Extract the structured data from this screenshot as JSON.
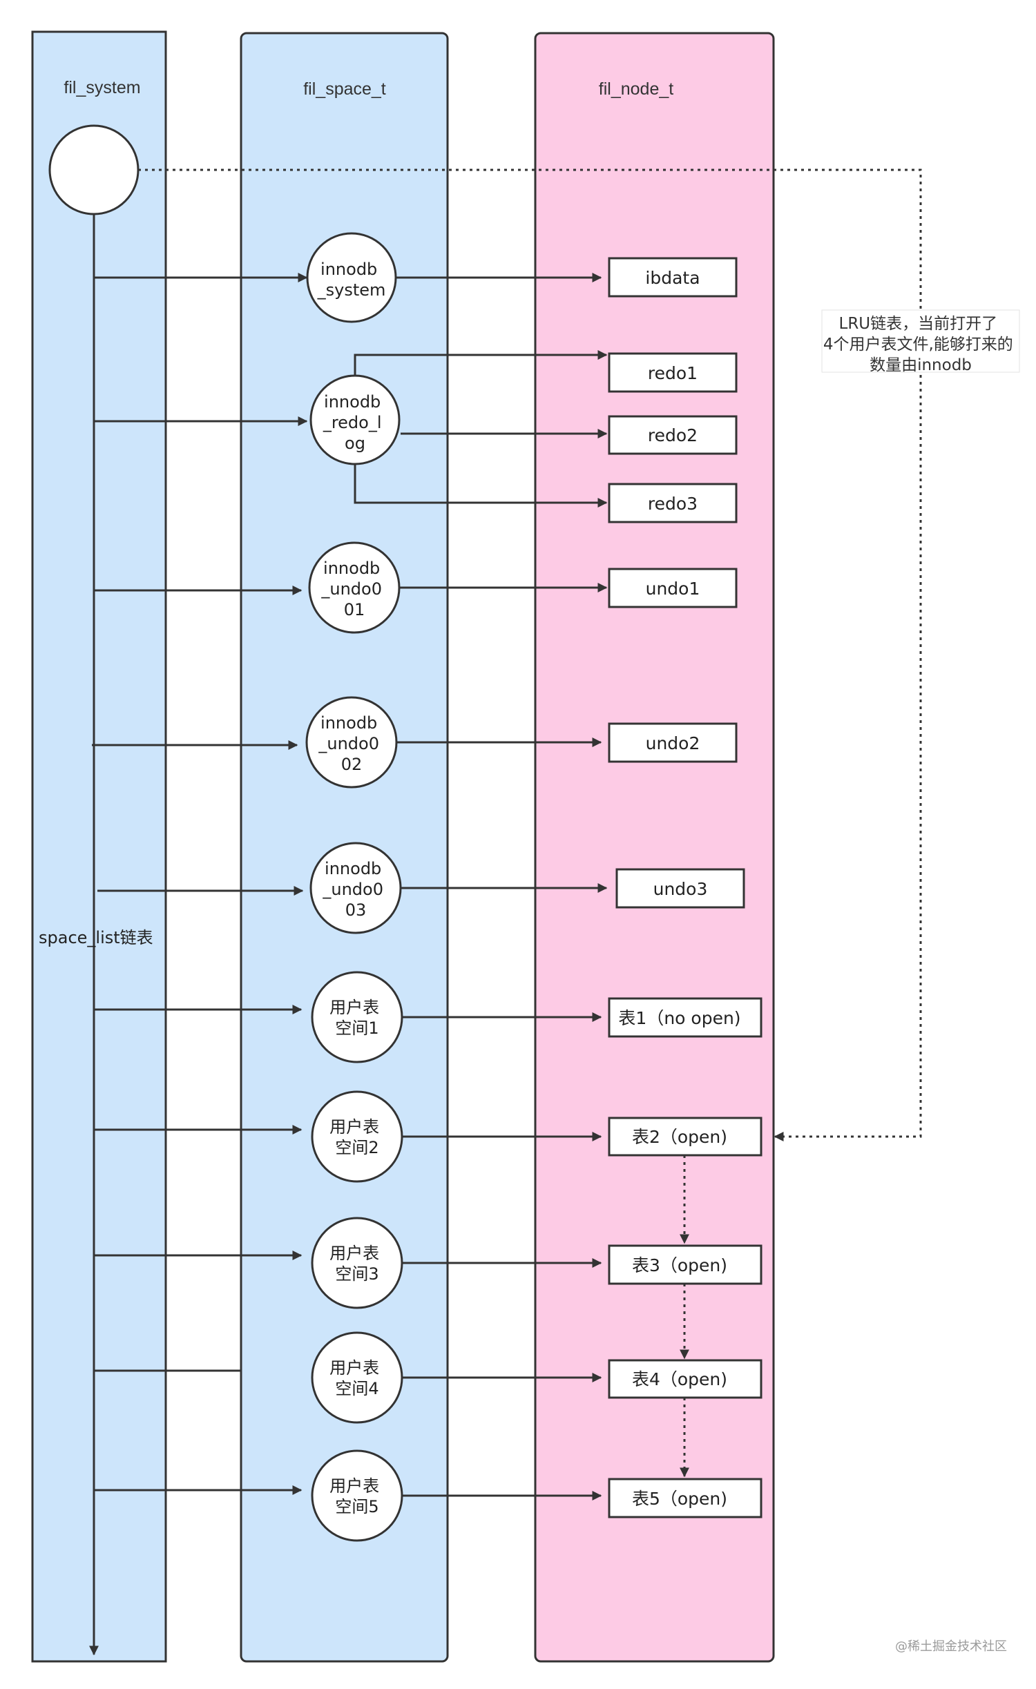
{
  "colors": {
    "lane_blue": "#cde5fb",
    "lane_pink": "#fdcbe5",
    "stroke": "#333333"
  },
  "lanes": {
    "fil_system": "fil_system",
    "fil_space_t": "fil_space_t",
    "fil_node_t": "fil_node_t"
  },
  "space_list_label": "space_list链表",
  "lru_note": [
    "LRU链表，当前打开了",
    "4个用户表文件,能够打来的",
    "数量由innodb"
  ],
  "spaces": {
    "system": [
      "innodb",
      "_system"
    ],
    "redo_log": [
      "innodb",
      "_redo_l",
      "og"
    ],
    "undo001": [
      "innodb",
      "_undo0",
      "01"
    ],
    "undo002": [
      "innodb",
      "_undo0",
      "02"
    ],
    "undo003": [
      "innodb",
      "_undo0",
      "03"
    ],
    "user1": [
      "用户表",
      "空间1"
    ],
    "user2": [
      "用户表",
      "空间2"
    ],
    "user3": [
      "用户表",
      "空间3"
    ],
    "user4": [
      "用户表",
      "空间4"
    ],
    "user5": [
      "用户表",
      "空间5"
    ]
  },
  "files": {
    "ibdata": "ibdata",
    "redo1": "redo1",
    "redo2": "redo2",
    "redo3": "redo3",
    "undo1": "undo1",
    "undo2": "undo2",
    "undo3": "undo3",
    "t1": "表1（no open)",
    "t2": "表2（open)",
    "t3": "表3（open)",
    "t4": "表4（open)",
    "t5": "表5（open)"
  },
  "watermark": "@稀土掘金技术社区"
}
